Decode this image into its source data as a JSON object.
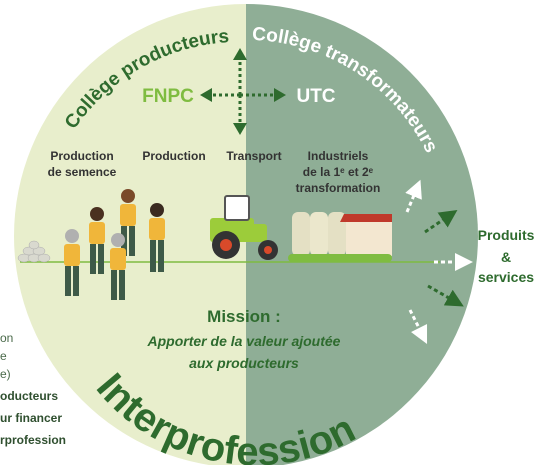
{
  "colors": {
    "left_half": "#e8eecc",
    "right_half": "#8fae96",
    "dark_green": "#2e6b2e",
    "light_green": "#7fbc41",
    "white": "#ffffff"
  },
  "college_producteurs": "Collège producteurs",
  "college_transformateurs": "Collège transformateurs",
  "fnpc": "FNPC",
  "utc": "UTC",
  "stages": {
    "production_semence_line1": "Production",
    "production_semence_line2": "de semence",
    "production": "Production",
    "transport": "Transport",
    "industriels_line1": "Industriels",
    "industriels_line2": "de la 1ᵉ et 2ᵉ",
    "industriels_line3": "transformation"
  },
  "output": {
    "line1": "Produits",
    "line2": "&",
    "line3": "services"
  },
  "mission": {
    "title": "Mission :",
    "line1": "Apporter de la valeur ajoutée",
    "line2": "aux producteurs"
  },
  "interprofession": "Interprofession",
  "left_fragments": [
    "on",
    "e",
    "e)",
    "oducteurs",
    "ur financer",
    "rprofession"
  ],
  "icons": [
    "arrow-cross-icon",
    "farmer-icon",
    "seed-pile-icon",
    "tractor-icon",
    "silo-factory-icon",
    "dashed-arrow-icon"
  ]
}
